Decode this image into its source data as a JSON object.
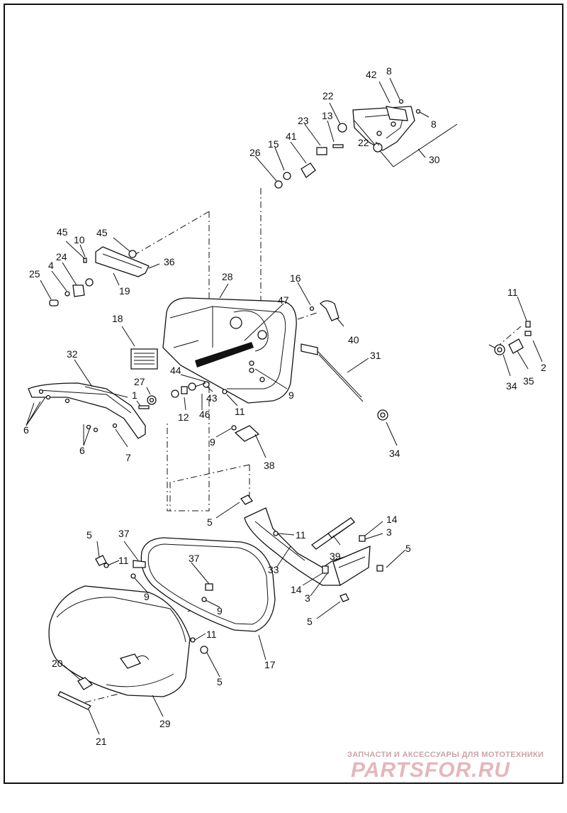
{
  "diagram": {
    "callouts": [
      "1",
      "2",
      "3",
      "4",
      "5",
      "6",
      "7",
      "8",
      "9",
      "10",
      "11",
      "12",
      "13",
      "14",
      "15",
      "16",
      "17",
      "18",
      "19",
      "20",
      "21",
      "22",
      "23",
      "24",
      "25",
      "26",
      "27",
      "28",
      "29",
      "30",
      "31",
      "32",
      "33",
      "34",
      "35",
      "36",
      "37",
      "38",
      "39",
      "40",
      "41",
      "42",
      "43",
      "44",
      "45",
      "46",
      "47"
    ]
  },
  "watermark": {
    "tagline": "ЗАПЧАСТИ И АКСЕССУАРЫ ДЛЯ МОТОТЕХНИКИ",
    "logo": "PARTSFOR.RU"
  }
}
